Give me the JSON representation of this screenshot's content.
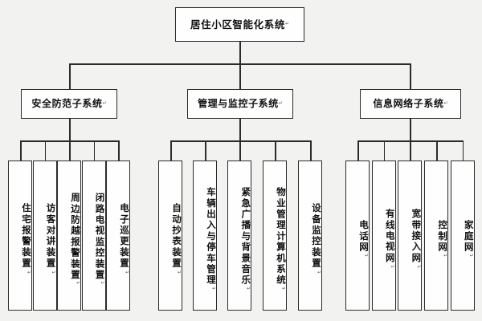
{
  "diagram": {
    "type": "hierarchy-tree",
    "title": "居住小区智能化系统",
    "orientation": "top-down",
    "levels": 3,
    "colors": {
      "background": "#f2f2f1",
      "node_fill": "#fefefe",
      "border": "#2b2b2b",
      "text": "#111111"
    },
    "pilcrow_mark": "↵",
    "root": {
      "label": "居住小区智能化系统"
    },
    "subsystems": [
      {
        "label": "安全防范子系统",
        "children": [
          {
            "label": "住宅报警装置"
          },
          {
            "label": "访客对讲装置"
          },
          {
            "label": "周边防越报警装置"
          },
          {
            "label": "闭路电视监控装置"
          },
          {
            "label": "电子巡更装置"
          }
        ]
      },
      {
        "label": "管理与监控子系统",
        "children": [
          {
            "label": "自动抄表装置"
          },
          {
            "label": "车辆出入与停车管理"
          },
          {
            "label": "紧急广播与背景音乐"
          },
          {
            "label": "物业管理计算机系统"
          },
          {
            "label": "设备监控装置"
          }
        ]
      },
      {
        "label": "信息网络子系统",
        "children": [
          {
            "label": "电话网"
          },
          {
            "label": "有线电视网"
          },
          {
            "label": "宽带接入网"
          },
          {
            "label": "控制网"
          },
          {
            "label": "家庭网"
          }
        ]
      }
    ]
  }
}
